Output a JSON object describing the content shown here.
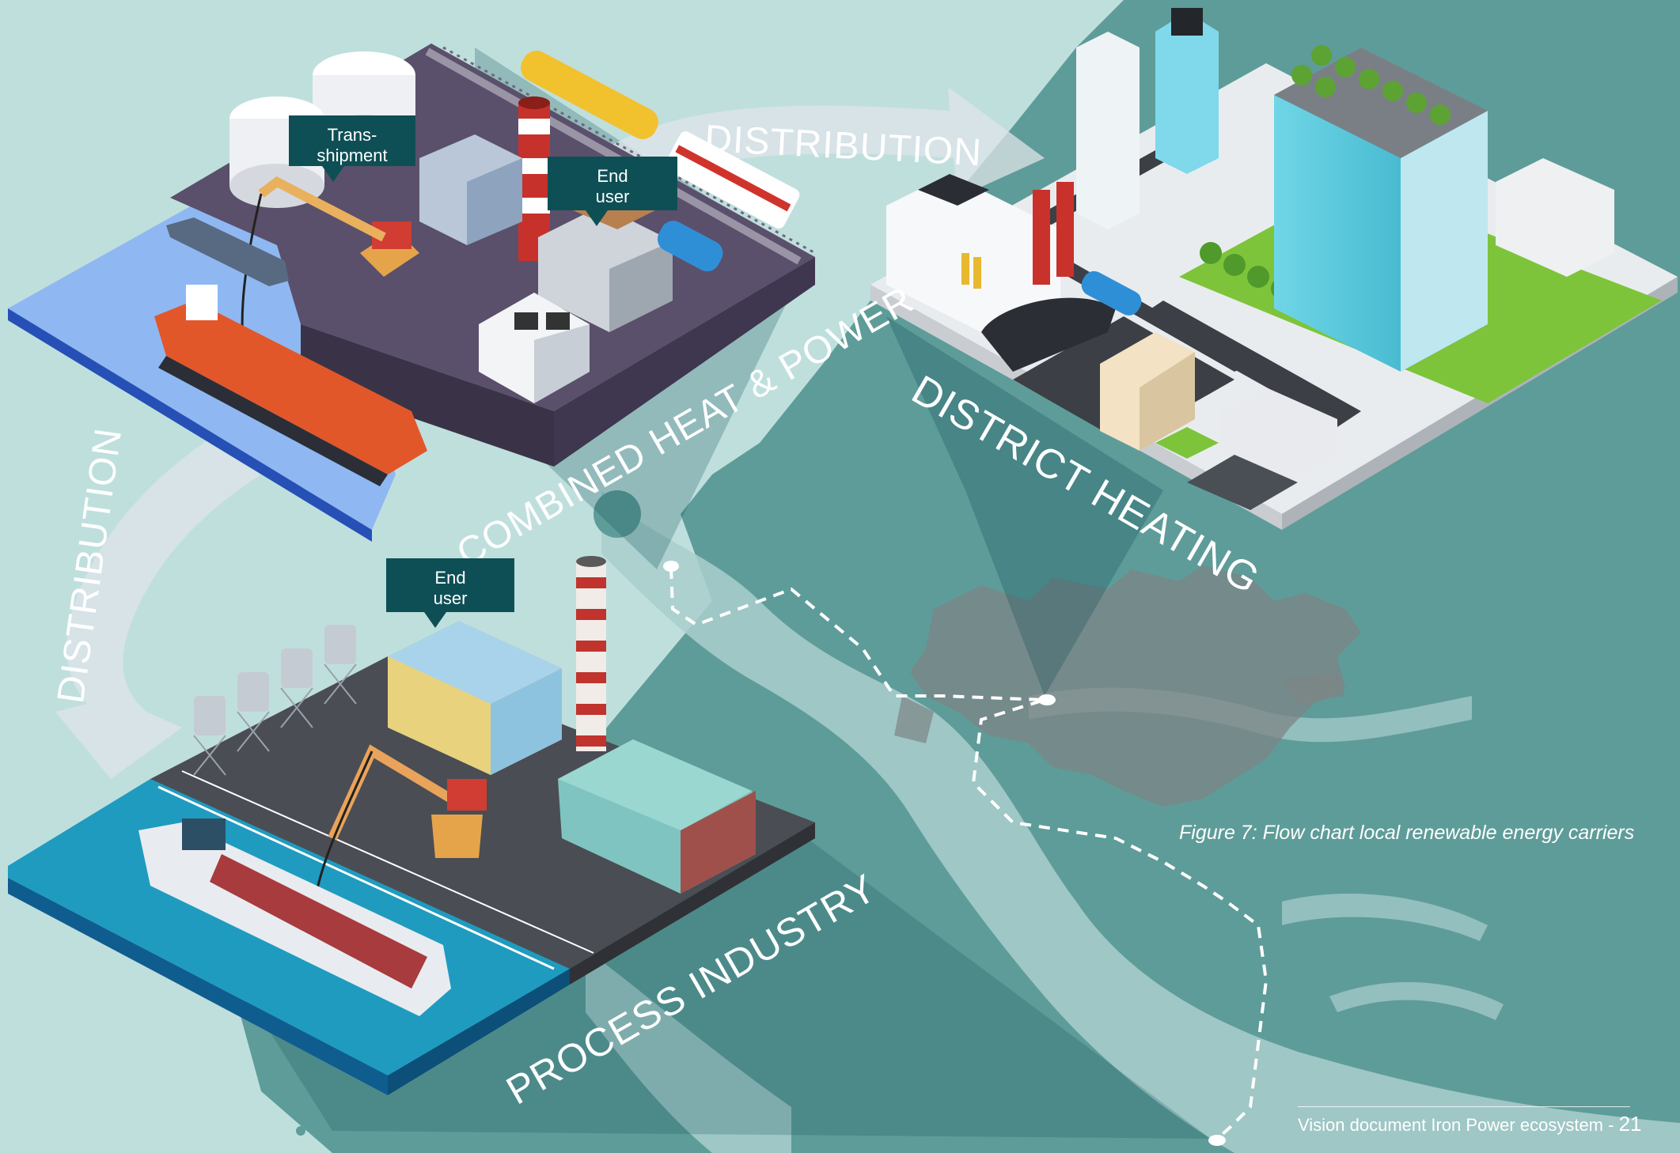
{
  "labels": {
    "combined_heat_power": "COMBINED HEAT & POWER",
    "district_heating": "DISTRICT HEATING",
    "process_industry": "PROCESS INDUSTRY",
    "distribution_top": "DISTRIBUTION",
    "distribution_left": "DISTRIBUTION"
  },
  "callouts": {
    "transhipment": "Trans-\nshipment",
    "end_user_chp": "End\nuser",
    "end_user_process": "End\nuser"
  },
  "caption": "Figure 7: Flow chart local renewable energy carriers",
  "footer": {
    "text": "Vision document Iron Power ecosystem",
    "separator": " - ",
    "page_number": "21"
  },
  "colors": {
    "background": "#bfdfdd",
    "land": "#5e9c99",
    "water": "#a9cfcd",
    "city": "#7d8485",
    "callout": "#0e4f55",
    "arrow": "#dfe4e8",
    "chp_platform": "#5a506b",
    "chp_water": "#8fb8f2",
    "process_platform": "#4a4d54",
    "process_water": "#1f9bc0",
    "district_platform": "#e9ecef",
    "park_green": "#7dc43a",
    "route": "#ffffff"
  }
}
